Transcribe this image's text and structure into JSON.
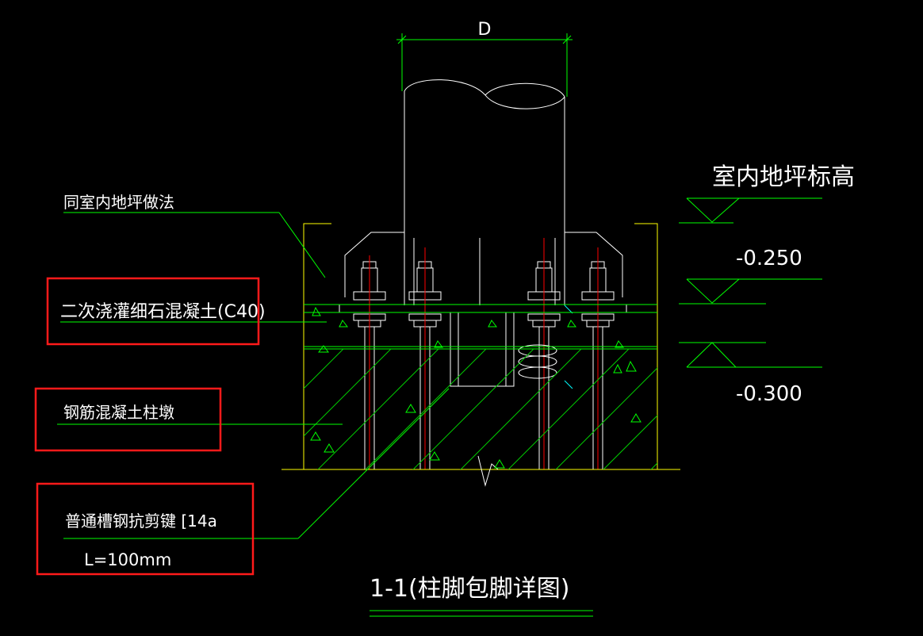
{
  "drawing": {
    "title": "1-1(柱脚包脚详图)",
    "dimension_label": "D",
    "elevation_title": "室内地坪标高",
    "elevation_1": "-0.250",
    "elevation_2": "-0.300"
  },
  "notes": {
    "floor_finish": "同室内地坪做法",
    "grout": "二次浇灌细石混凝土(C40)",
    "pedestal": "钢筋混凝土柱墩",
    "shear_key": "普通槽钢抗剪键 [14a",
    "shear_key_length": "L=100mm"
  },
  "colors": {
    "background": "#000000",
    "linework_white": "#ffffff",
    "linework_green": "#00ff00",
    "linework_yellow": "#ffff00",
    "rebar_red": "#ff0000",
    "highlight_box": "#ff1a1a"
  }
}
